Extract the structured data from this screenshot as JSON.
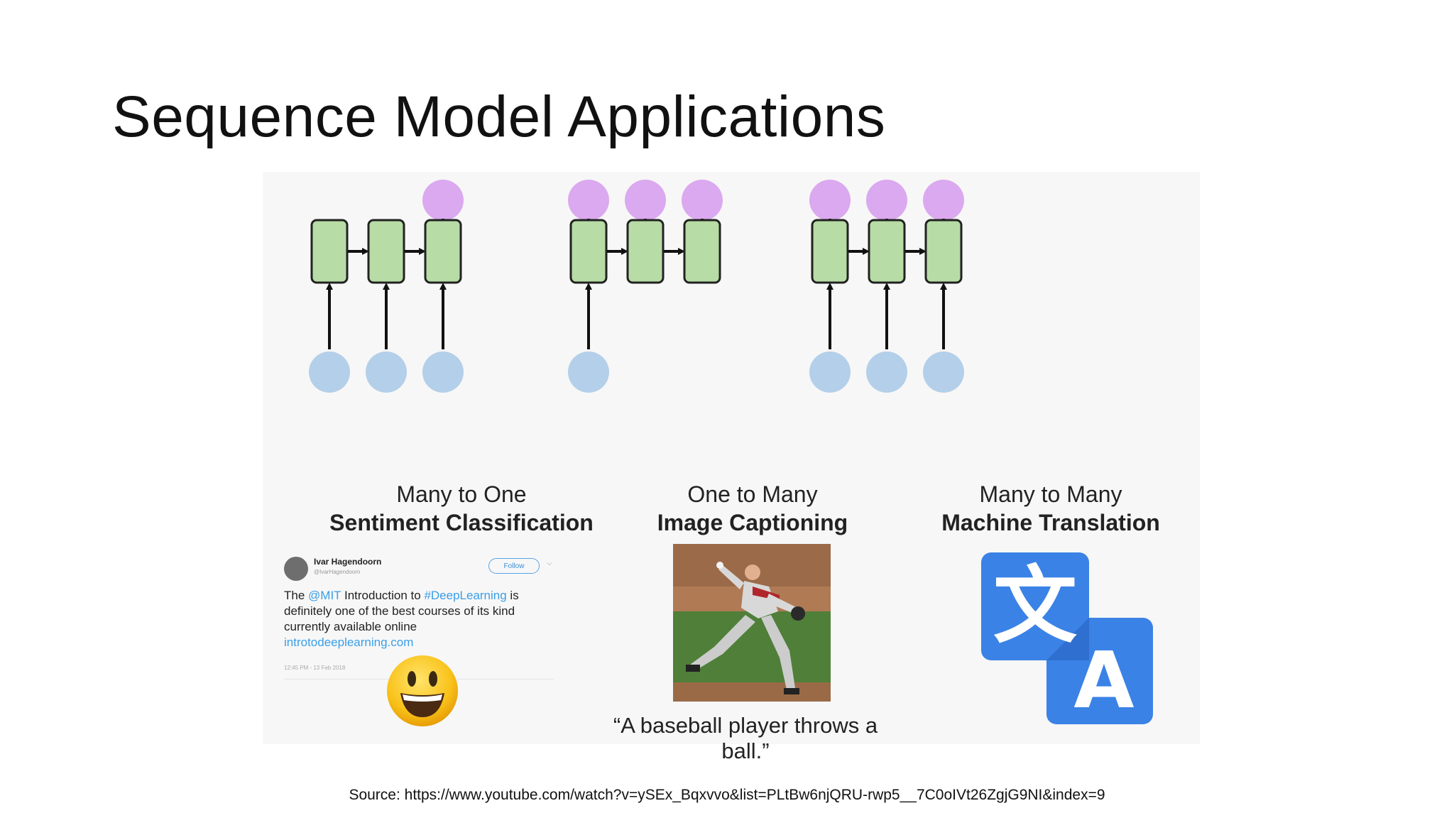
{
  "slide": {
    "title": "Sequence Model Applications",
    "source": "Source: https://www.youtube.com/watch?v=ySEx_Bqxvvo&list=PLtBw6njQRU-rwp5__7C0oIVt26ZgjG9NI&index=9"
  },
  "colors": {
    "rnn_cell": "#b7dca5",
    "input_node": "#b4cfe9",
    "output_node": "#dba9ef",
    "translate_blue": "#3b82e6"
  },
  "patterns": [
    {
      "type": "Many to One",
      "application": "Sentiment Classification",
      "inputs": [
        1,
        1,
        1
      ],
      "outputs": [
        0,
        0,
        1
      ],
      "example": {
        "kind": "tweet",
        "author": "Ivar Hagendoorn",
        "handle": "@IvarHagendoorn",
        "follow_label": "Follow",
        "text_parts": [
          "The ",
          "@MIT",
          " Introduction to ",
          "#DeepLearning",
          " is definitely one of the best courses of its kind currently available online "
        ],
        "link": "introtodeeplearning.com",
        "timestamp": "12:45 PM - 13 Feb 2018",
        "reaction_icon": "smiley-emoji-icon"
      }
    },
    {
      "type": "One to Many",
      "application": "Image Captioning",
      "inputs": [
        1,
        0,
        0
      ],
      "outputs": [
        1,
        1,
        1
      ],
      "example": {
        "kind": "image",
        "image_icon": "baseball-pitcher-photo",
        "caption": "“A baseball player throws a ball.”"
      }
    },
    {
      "type": "Many to Many",
      "application": "Machine Translation",
      "inputs": [
        1,
        1,
        1
      ],
      "outputs": [
        1,
        1,
        1
      ],
      "example": {
        "kind": "icon",
        "icon": "google-translate-icon",
        "glyph_source": "文",
        "glyph_target": "A"
      }
    }
  ]
}
